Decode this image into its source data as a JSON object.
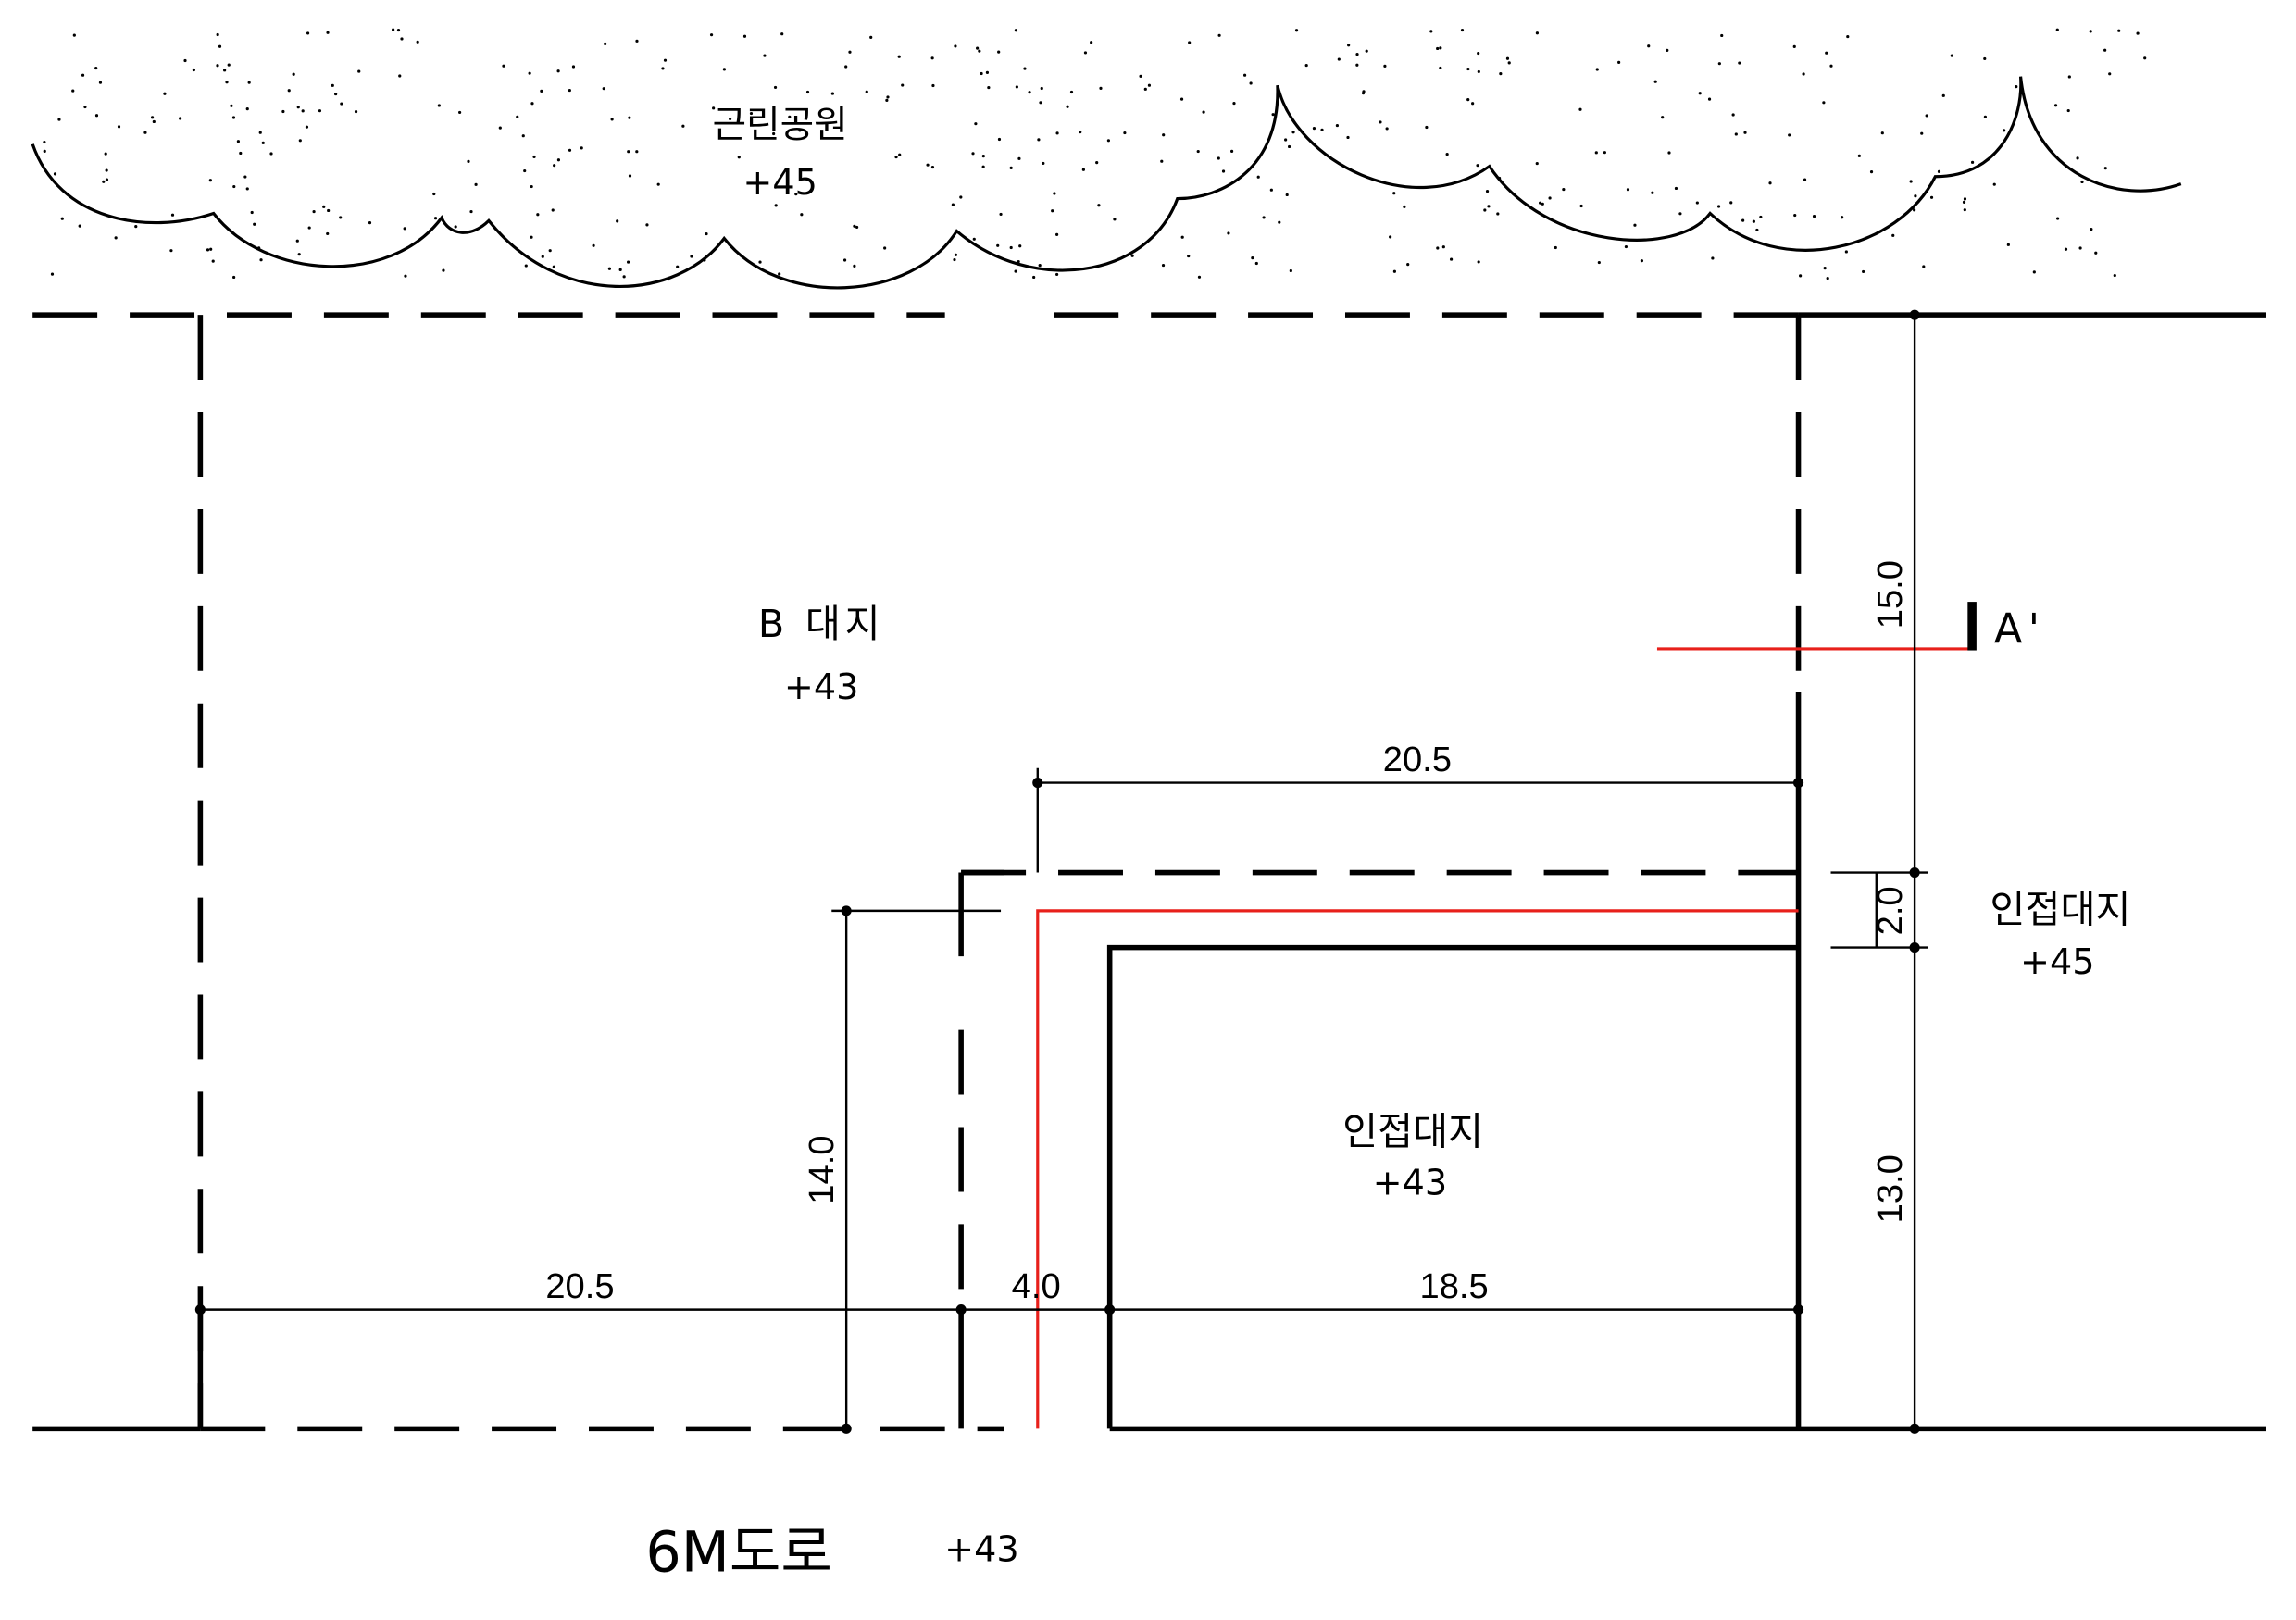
{
  "park": {
    "name": "근린공원",
    "elevation": "+45"
  },
  "site_b": {
    "name": "B 대지",
    "elevation": "+43"
  },
  "adjacent_right": {
    "name": "인접대지",
    "elevation": "+45"
  },
  "adjacent_center": {
    "name": "인접대지",
    "elevation": "+43"
  },
  "road": {
    "name": "6M도로",
    "elevation": "+43"
  },
  "section_marker": {
    "label": "A'"
  },
  "dimensions": {
    "bottom_left": "20.5",
    "bottom_mid": "4.0",
    "bottom_right": "18.5",
    "top_span": "20.5",
    "left_vertical": "14.0",
    "right_upper": "15.0",
    "right_middle": "2.0",
    "right_lower": "13.0"
  },
  "colors": {
    "line": "#000000",
    "section_line": "#e8201b"
  }
}
